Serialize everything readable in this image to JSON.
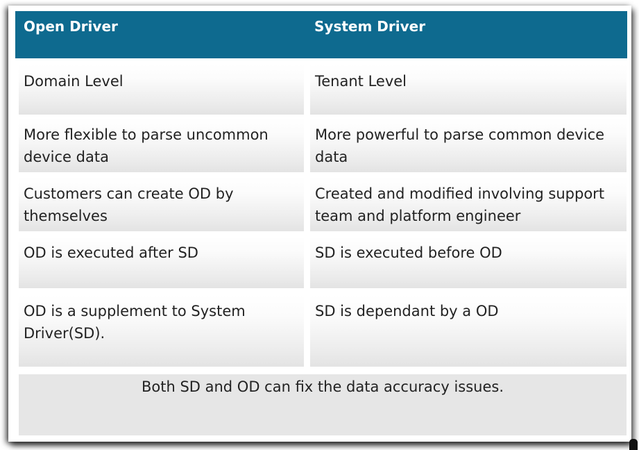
{
  "table": {
    "headers": [
      "Open Driver",
      "System Driver"
    ],
    "rows": [
      [
        "Domain Level",
        "Tenant Level"
      ],
      [
        "More flexible to parse uncommon device data",
        "More powerful to parse common device data"
      ],
      [
        "Customers can create OD by themselves",
        "Created and modified involving support team and platform engineer"
      ],
      [
        "OD is executed after SD",
        "SD is executed before OD"
      ],
      [
        "OD is a supplement to System Driver(SD).",
        "SD is dependant by a OD"
      ]
    ],
    "footer": "Both SD and OD can fix the data accuracy issues."
  },
  "colors": {
    "header_background": "#0e6a8f",
    "header_text": "#ffffff",
    "body_text": "#222222",
    "footer_background": "#e6e6e6"
  }
}
